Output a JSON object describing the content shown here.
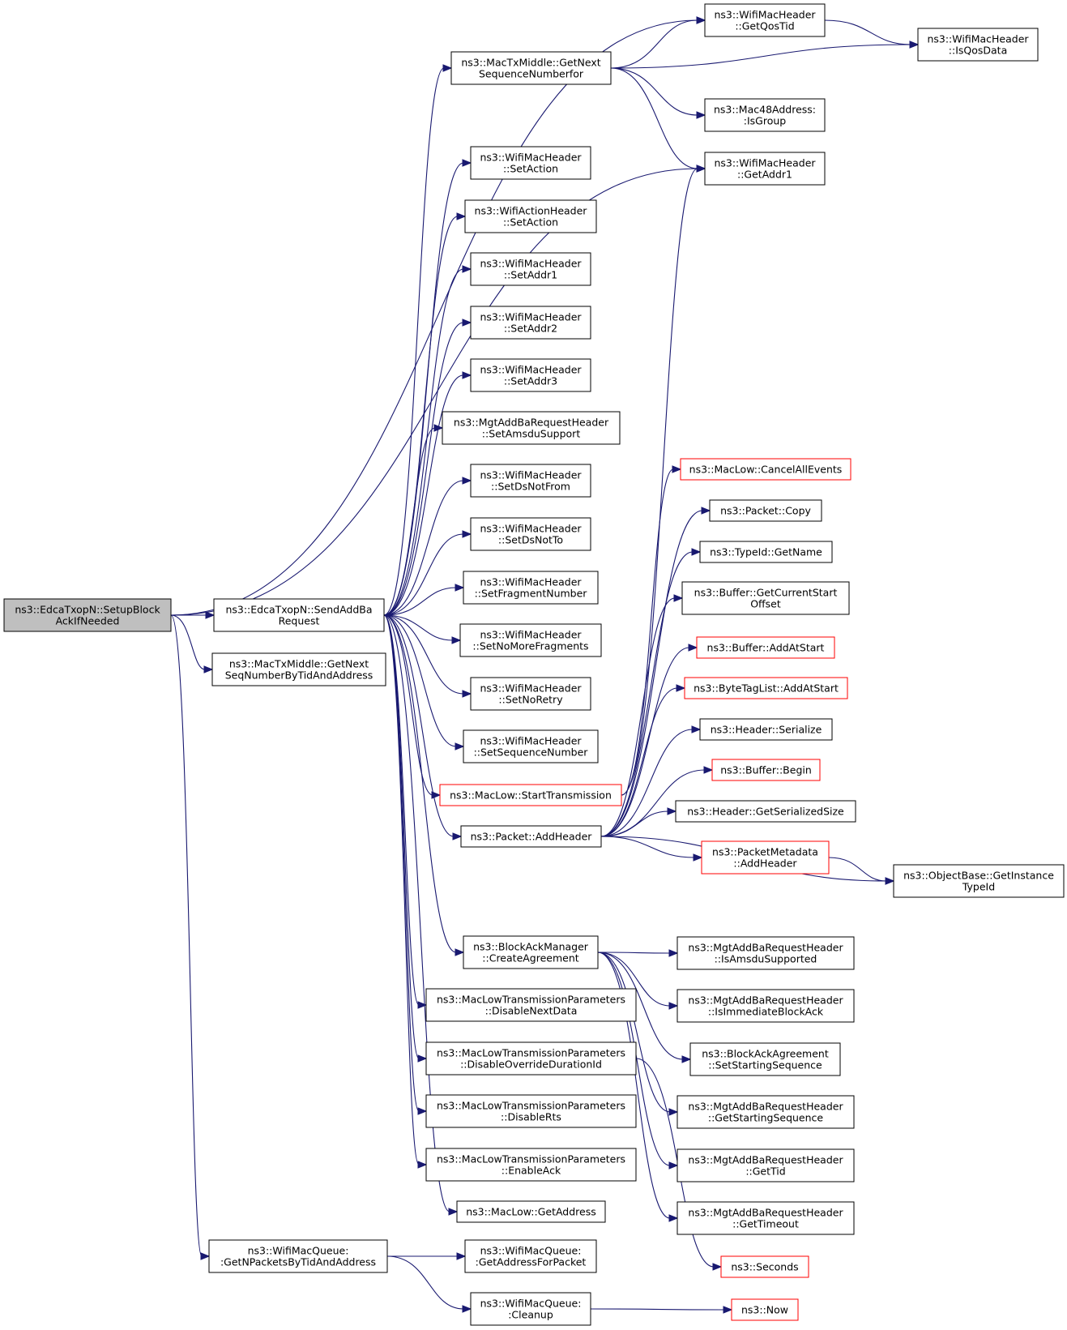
{
  "diagram": {
    "colors": {
      "edge": "#191970",
      "node_border": "#000000",
      "node_border_truncated": "#ff0000",
      "root_fill": "#bfbfbf",
      "node_fill": "#ffffff"
    },
    "nodes": [
      {
        "id": "setupBlockAck",
        "lines": [
          "ns3::EdcaTxopN::SetupBlock",
          "AckIfNeeded"
        ],
        "style": "root"
      },
      {
        "id": "sendAddBa",
        "lines": [
          "ns3::EdcaTxopN::SendAddBa",
          "Request"
        ],
        "style": "normal"
      },
      {
        "id": "getNextSeqByTid",
        "lines": [
          "ns3::MacTxMiddle::GetNext",
          "SeqNumberByTidAndAddress"
        ],
        "style": "normal"
      },
      {
        "id": "getNPackets",
        "lines": [
          "ns3::WifiMacQueue:",
          ":GetNPacketsByTidAndAddress"
        ],
        "style": "normal"
      },
      {
        "id": "getQosTid",
        "lines": [
          "ns3::WifiMacHeader",
          "::GetQosTid"
        ],
        "style": "normal"
      },
      {
        "id": "isQosData",
        "lines": [
          "ns3::WifiMacHeader",
          "::IsQosData"
        ],
        "style": "normal"
      },
      {
        "id": "getNextSeqFor",
        "lines": [
          "ns3::MacTxMiddle::GetNext",
          "SequenceNumberfor"
        ],
        "style": "normal"
      },
      {
        "id": "isGroup",
        "lines": [
          "ns3::Mac48Address:",
          ":IsGroup"
        ],
        "style": "normal"
      },
      {
        "id": "getAddr1",
        "lines": [
          "ns3::WifiMacHeader",
          "::GetAddr1"
        ],
        "style": "normal"
      },
      {
        "id": "hdrSetAction",
        "lines": [
          "ns3::WifiMacHeader",
          "::SetAction"
        ],
        "style": "normal"
      },
      {
        "id": "actSetAction",
        "lines": [
          "ns3::WifiActionHeader",
          "::SetAction"
        ],
        "style": "normal"
      },
      {
        "id": "setAddr1",
        "lines": [
          "ns3::WifiMacHeader",
          "::SetAddr1"
        ],
        "style": "normal"
      },
      {
        "id": "setAddr2",
        "lines": [
          "ns3::WifiMacHeader",
          "::SetAddr2"
        ],
        "style": "normal"
      },
      {
        "id": "setAddr3",
        "lines": [
          "ns3::WifiMacHeader",
          "::SetAddr3"
        ],
        "style": "normal"
      },
      {
        "id": "setAmsdu",
        "lines": [
          "ns3::MgtAddBaRequestHeader",
          "::SetAmsduSupport"
        ],
        "style": "normal"
      },
      {
        "id": "setDsNotFrom",
        "lines": [
          "ns3::WifiMacHeader",
          "::SetDsNotFrom"
        ],
        "style": "normal"
      },
      {
        "id": "setDsNotTo",
        "lines": [
          "ns3::WifiMacHeader",
          "::SetDsNotTo"
        ],
        "style": "normal"
      },
      {
        "id": "setFragNum",
        "lines": [
          "ns3::WifiMacHeader",
          "::SetFragmentNumber"
        ],
        "style": "normal"
      },
      {
        "id": "setNoMoreFrag",
        "lines": [
          "ns3::WifiMacHeader",
          "::SetNoMoreFragments"
        ],
        "style": "normal"
      },
      {
        "id": "setNoRetry",
        "lines": [
          "ns3::WifiMacHeader",
          "::SetNoRetry"
        ],
        "style": "normal"
      },
      {
        "id": "setSeqNum",
        "lines": [
          "ns3::WifiMacHeader",
          "::SetSequenceNumber"
        ],
        "style": "normal"
      },
      {
        "id": "startTx",
        "lines": [
          "ns3::MacLow::StartTransmission"
        ],
        "style": "truncated"
      },
      {
        "id": "addHeader",
        "lines": [
          "ns3::Packet::AddHeader"
        ],
        "style": "normal"
      },
      {
        "id": "createAgreement",
        "lines": [
          "ns3::BlockAckManager",
          "::CreateAgreement"
        ],
        "style": "normal"
      },
      {
        "id": "disableNextData",
        "lines": [
          "ns3::MacLowTransmissionParameters",
          "::DisableNextData"
        ],
        "style": "normal"
      },
      {
        "id": "disableOverride",
        "lines": [
          "ns3::MacLowTransmissionParameters",
          "::DisableOverrideDurationId"
        ],
        "style": "normal"
      },
      {
        "id": "disableRts",
        "lines": [
          "ns3::MacLowTransmissionParameters",
          "::DisableRts"
        ],
        "style": "normal"
      },
      {
        "id": "enableAck",
        "lines": [
          "ns3::MacLowTransmissionParameters",
          "::EnableAck"
        ],
        "style": "normal"
      },
      {
        "id": "getAddress",
        "lines": [
          "ns3::MacLow::GetAddress"
        ],
        "style": "normal"
      },
      {
        "id": "getAddrForPacket",
        "lines": [
          "ns3::WifiMacQueue:",
          ":GetAddressForPacket"
        ],
        "style": "normal"
      },
      {
        "id": "cleanup",
        "lines": [
          "ns3::WifiMacQueue:",
          ":Cleanup"
        ],
        "style": "normal"
      },
      {
        "id": "cancelAll",
        "lines": [
          "ns3::MacLow::CancelAllEvents"
        ],
        "style": "truncated"
      },
      {
        "id": "packetCopy",
        "lines": [
          "ns3::Packet::Copy"
        ],
        "style": "normal"
      },
      {
        "id": "typeIdGetName",
        "lines": [
          "ns3::TypeId::GetName"
        ],
        "style": "normal"
      },
      {
        "id": "bufGetCurStart",
        "lines": [
          "ns3::Buffer::GetCurrentStart",
          "Offset"
        ],
        "style": "normal"
      },
      {
        "id": "bufAddAtStart",
        "lines": [
          "ns3::Buffer::AddAtStart"
        ],
        "style": "truncated"
      },
      {
        "id": "btlAddAtStart",
        "lines": [
          "ns3::ByteTagList::AddAtStart"
        ],
        "style": "truncated"
      },
      {
        "id": "hdrSerialize",
        "lines": [
          "ns3::Header::Serialize"
        ],
        "style": "normal"
      },
      {
        "id": "bufBegin",
        "lines": [
          "ns3::Buffer::Begin"
        ],
        "style": "truncated"
      },
      {
        "id": "hdrGetSize",
        "lines": [
          "ns3::Header::GetSerializedSize"
        ],
        "style": "normal"
      },
      {
        "id": "pmAddHeader",
        "lines": [
          "ns3::PacketMetadata",
          "::AddHeader"
        ],
        "style": "truncated"
      },
      {
        "id": "getInstanceTypeId",
        "lines": [
          "ns3::ObjectBase::GetInstance",
          "TypeId"
        ],
        "style": "normal"
      },
      {
        "id": "isAmsduSupported",
        "lines": [
          "ns3::MgtAddBaRequestHeader",
          "::IsAmsduSupported"
        ],
        "style": "normal"
      },
      {
        "id": "isImmediate",
        "lines": [
          "ns3::MgtAddBaRequestHeader",
          "::IsImmediateBlockAck"
        ],
        "style": "normal"
      },
      {
        "id": "setStartingSeq",
        "lines": [
          "ns3::BlockAckAgreement",
          "::SetStartingSequence"
        ],
        "style": "normal"
      },
      {
        "id": "getStartingSeq",
        "lines": [
          "ns3::MgtAddBaRequestHeader",
          "::GetStartingSequence"
        ],
        "style": "normal"
      },
      {
        "id": "getTid",
        "lines": [
          "ns3::MgtAddBaRequestHeader",
          "::GetTid"
        ],
        "style": "normal"
      },
      {
        "id": "getTimeout",
        "lines": [
          "ns3::MgtAddBaRequestHeader",
          "::GetTimeout"
        ],
        "style": "normal"
      },
      {
        "id": "seconds",
        "lines": [
          "ns3::Seconds"
        ],
        "style": "truncated"
      },
      {
        "id": "now",
        "lines": [
          "ns3::Now"
        ],
        "style": "truncated"
      }
    ],
    "edges": [
      [
        "setupBlockAck",
        "getQosTid"
      ],
      [
        "setupBlockAck",
        "getAddr1"
      ],
      [
        "setupBlockAck",
        "sendAddBa"
      ],
      [
        "setupBlockAck",
        "getNextSeqByTid"
      ],
      [
        "setupBlockAck",
        "getNPackets"
      ],
      [
        "sendAddBa",
        "getNextSeqFor"
      ],
      [
        "sendAddBa",
        "hdrSetAction"
      ],
      [
        "sendAddBa",
        "actSetAction"
      ],
      [
        "sendAddBa",
        "setAddr1"
      ],
      [
        "sendAddBa",
        "setAddr2"
      ],
      [
        "sendAddBa",
        "setAddr3"
      ],
      [
        "sendAddBa",
        "setAmsdu"
      ],
      [
        "sendAddBa",
        "setDsNotFrom"
      ],
      [
        "sendAddBa",
        "setDsNotTo"
      ],
      [
        "sendAddBa",
        "setFragNum"
      ],
      [
        "sendAddBa",
        "setNoMoreFrag"
      ],
      [
        "sendAddBa",
        "setNoRetry"
      ],
      [
        "sendAddBa",
        "setSeqNum"
      ],
      [
        "sendAddBa",
        "startTx"
      ],
      [
        "sendAddBa",
        "addHeader"
      ],
      [
        "sendAddBa",
        "createAgreement"
      ],
      [
        "sendAddBa",
        "disableNextData"
      ],
      [
        "sendAddBa",
        "disableOverride"
      ],
      [
        "sendAddBa",
        "disableRts"
      ],
      [
        "sendAddBa",
        "enableAck"
      ],
      [
        "sendAddBa",
        "getAddress"
      ],
      [
        "getNextSeqFor",
        "getQosTid"
      ],
      [
        "getNextSeqFor",
        "isQosData"
      ],
      [
        "getNextSeqFor",
        "isGroup"
      ],
      [
        "getNextSeqFor",
        "getAddr1"
      ],
      [
        "getQosTid",
        "isQosData"
      ],
      [
        "startTx",
        "cancelAll"
      ],
      [
        "startTx",
        "getAddr1"
      ],
      [
        "addHeader",
        "packetCopy"
      ],
      [
        "addHeader",
        "typeIdGetName"
      ],
      [
        "addHeader",
        "bufGetCurStart"
      ],
      [
        "addHeader",
        "bufAddAtStart"
      ],
      [
        "addHeader",
        "btlAddAtStart"
      ],
      [
        "addHeader",
        "hdrSerialize"
      ],
      [
        "addHeader",
        "bufBegin"
      ],
      [
        "addHeader",
        "hdrGetSize"
      ],
      [
        "addHeader",
        "pmAddHeader"
      ],
      [
        "addHeader",
        "getInstanceTypeId"
      ],
      [
        "pmAddHeader",
        "getInstanceTypeId"
      ],
      [
        "createAgreement",
        "isAmsduSupported"
      ],
      [
        "createAgreement",
        "isImmediate"
      ],
      [
        "createAgreement",
        "setStartingSeq"
      ],
      [
        "createAgreement",
        "getStartingSeq"
      ],
      [
        "createAgreement",
        "getTid"
      ],
      [
        "createAgreement",
        "getTimeout"
      ],
      [
        "disableOverride",
        "seconds"
      ],
      [
        "getNPackets",
        "getAddrForPacket"
      ],
      [
        "getNPackets",
        "cleanup"
      ],
      [
        "cleanup",
        "now"
      ]
    ]
  }
}
